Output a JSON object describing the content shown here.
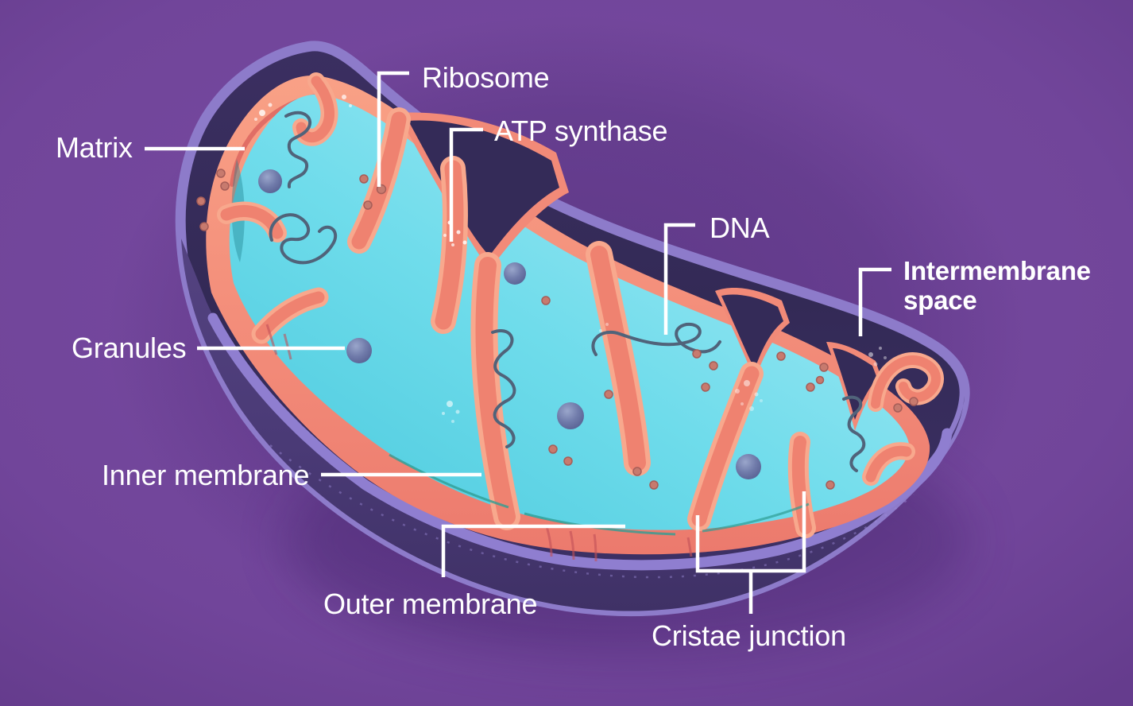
{
  "figure": {
    "type": "labeled-biology-diagram",
    "subject": "Mitochondrion cross-section anatomy"
  },
  "labels": {
    "matrix": {
      "text": "Matrix"
    },
    "ribosome": {
      "text": "Ribosome"
    },
    "atp_synthase": {
      "text": "ATP synthase"
    },
    "dna": {
      "text": "DNA"
    },
    "intermembrane_space": {
      "text": "Intermembrane space"
    },
    "granules": {
      "text": "Granules"
    },
    "inner_membrane": {
      "text": "Inner membrane"
    },
    "outer_membrane": {
      "text": "Outer membrane"
    },
    "cristae_junction": {
      "text": "Cristae junction"
    }
  },
  "palette": {
    "background": "#71459a",
    "outer_membrane": "#8d7bca",
    "intermembrane_space_fill": "#342b58",
    "lower_cup_fill": "#4a3a76",
    "inner_membrane_salmon": "#f28a78",
    "crista_rim": "#f8a88d",
    "crista_deep_red": "#d95f60",
    "matrix_cyan_light": "#b3ecf7",
    "matrix_cyan_deep": "#48c8dc",
    "granule": "#6d77a8",
    "dna_strand": "#50637a",
    "ribosome_dot": "#c77a6e",
    "teal_accent": "#2f9d93",
    "label_text": "#ffffff",
    "leader_line": "#ffffff"
  }
}
